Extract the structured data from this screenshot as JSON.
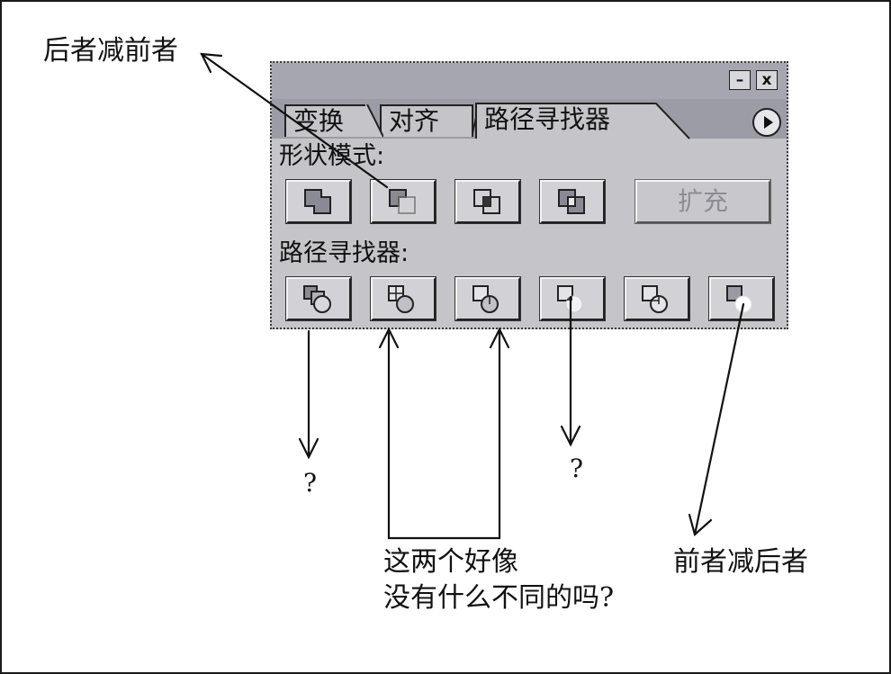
{
  "annotations": {
    "top_left": "后者减前者",
    "middle": [
      "这两个好像",
      "没有什么不同的吗?"
    ],
    "bottom_right": "前者减后者",
    "question_1": "?",
    "question_2": "?"
  },
  "palette": {
    "tabs": [
      "变换",
      "对齐",
      "路径寻找器"
    ],
    "active_tab": "路径寻找器",
    "shape_modes_label": "形状模式:",
    "pathfinders_label": "路径寻找器:",
    "expand_label": "扩充",
    "expand_enabled": false,
    "window_buttons": {
      "minimize": "–",
      "close": "x"
    },
    "shape_mode_buttons": [
      "add-to-shape-area",
      "subtract-from-shape-area",
      "intersect-shape-areas",
      "exclude-overlapping-shape-areas"
    ],
    "pathfinder_buttons": [
      "divide",
      "trim",
      "merge",
      "crop",
      "outline",
      "minus-back"
    ]
  },
  "colors": {
    "panel": "#c4c4c9",
    "titlebar": "#a6a6b0",
    "button_face": "#d2d2d6",
    "disabled_text": "#8c8c92"
  }
}
